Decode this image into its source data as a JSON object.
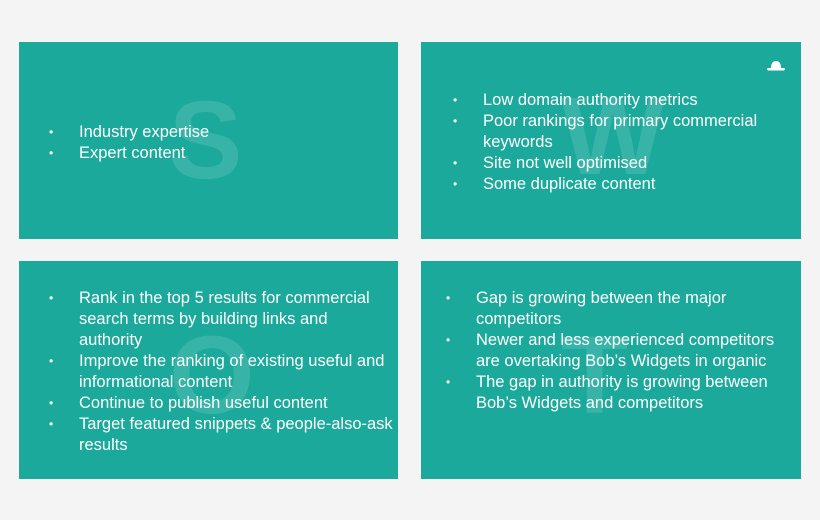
{
  "quadrants": {
    "strengths": {
      "letter": "S",
      "items": [
        "Industry expertise",
        "Expert content"
      ]
    },
    "weaknesses": {
      "letter": "W",
      "items": [
        "Low domain authority metrics",
        "Poor rankings for primary commercial keywords",
        "Site not well optimised",
        "Some duplicate content"
      ]
    },
    "opportunities": {
      "letter": "O",
      "items": [
        "Rank in the top 5 results for commercial search terms by building links and authority",
        "Improve the ranking of existing useful and informational content",
        "Continue to publish useful content",
        "Target featured snippets & people-also-ask results"
      ]
    },
    "threats": {
      "letter": "T",
      "items": [
        "Gap is growing between the major competitors",
        "Newer and less experienced competitors are overtaking Bob’s Widgets in organic",
        "The gap in authority is growing between Bob’s Widgets and competitors"
      ]
    }
  },
  "bullet_glyph": "•",
  "colors": {
    "panel": "#1aa99a",
    "background": "#f4f4f4",
    "text": "#ffffff"
  },
  "icons": {
    "corner": "bowler-hat-icon"
  }
}
